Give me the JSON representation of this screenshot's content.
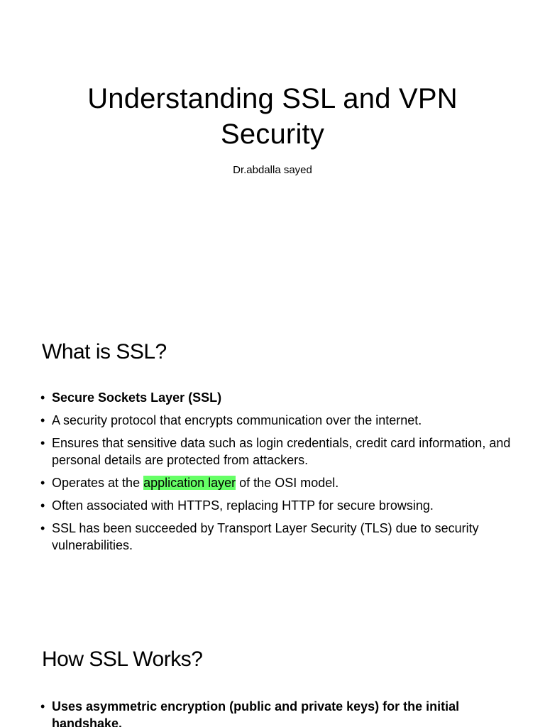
{
  "title_slide": {
    "title_line1": "Understanding SSL and VPN",
    "title_line2": "Security",
    "subtitle": "Dr.abdalla sayed"
  },
  "ssl_slide": {
    "heading": "What is SSL?",
    "bullets": [
      "Secure Sockets Layer (SSL)",
      "A security protocol that encrypts communication over the internet.",
      "Ensures that sensitive data such as login credentials, credit card information, and personal details are protected from attackers.",
      {
        "before": "Operates at the ",
        "highlight": "application layer",
        "after": " of the OSI model."
      },
      "Often associated with HTTPS, replacing HTTP for secure browsing.",
      "SSL has been succeeded by Transport Layer Security (TLS) due to security vulnerabilities."
    ],
    "highlight_color": "#66ff66"
  },
  "works_slide": {
    "heading": "How SSL Works?",
    "bullets": [
      "Uses asymmetric encryption (public and private keys) for the initial handshake."
    ]
  },
  "bullet_glyph": "•"
}
